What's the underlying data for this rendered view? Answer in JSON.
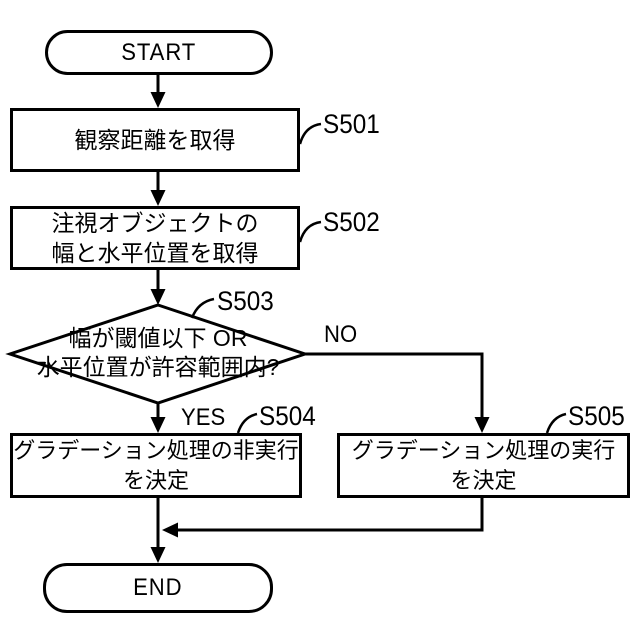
{
  "figure": {
    "type": "flowchart",
    "background_color": "#ffffff",
    "line_color": "#000000",
    "nodes": {
      "start": {
        "shape": "terminator",
        "label": "START"
      },
      "s501": {
        "shape": "process",
        "step_label": "S501",
        "text": "観察距離を取得"
      },
      "s502": {
        "shape": "process",
        "step_label": "S502",
        "text_line1": "注視オブジェクトの",
        "text_line2": "幅と水平位置を取得"
      },
      "s503": {
        "shape": "decision",
        "step_label": "S503",
        "text_line1": "幅が閾値以下 OR",
        "text_line2": "水平位置が許容範囲内?"
      },
      "s504": {
        "shape": "process",
        "step_label": "S504",
        "text_line1": "グラデーション処理の非実行",
        "text_line2": "を決定"
      },
      "s505": {
        "shape": "process",
        "step_label": "S505",
        "text_line1": "グラデーション処理の実行",
        "text_line2": "を決定"
      },
      "end": {
        "shape": "terminator",
        "label": "END"
      }
    },
    "branch_labels": {
      "yes": "YES",
      "no": "NO"
    }
  }
}
